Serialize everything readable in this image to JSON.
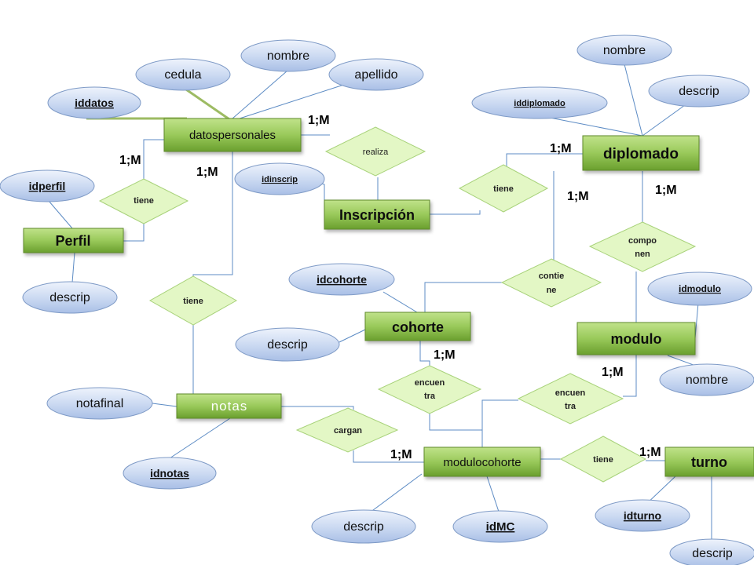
{
  "entities": {
    "datospersonales": "datospersonales",
    "diplomado": "diplomado",
    "inscripcion": "Inscripción",
    "perfil": "Perfil",
    "cohorte": "cohorte",
    "modulo": "modulo",
    "notas": "notas",
    "modulocohorte": "modulocohorte",
    "turno": "turno"
  },
  "attributes": {
    "iddatos": "iddatos",
    "cedula": "cedula",
    "nombre_datos": "nombre",
    "apellido": "apellido",
    "idperfil": "idperfil",
    "descrip_perfil": "descrip",
    "idinscrip": "idinscrip",
    "nombre_diplomado": "nombre",
    "iddiplomado": "iddiplomado",
    "descrip_diplomado": "descrip",
    "idcohorte": "idcohorte",
    "descrip_cohorte": "descrip",
    "idmodulo": "idmodulo",
    "nombre_modulo": "nombre",
    "notafinal": "notafinal",
    "idnotas": "idnotas",
    "descrip_modulocohorte": "descrip",
    "idMC": "idMC",
    "idturno": "idturno",
    "descrip_turno": "descrip"
  },
  "relationships": {
    "realiza": "realiza",
    "tiene_perfil": "tiene",
    "tiene_inscripcion": "tiene",
    "tiene_notas": "tiene",
    "compo": "compo",
    "nen": "nen",
    "contie": "contie",
    "ne": "ne",
    "encuen_left": "encuen",
    "tra_left": "tra",
    "encuen_right": "encuen",
    "tra_right": "tra",
    "cargan": "cargan",
    "tiene_turno": "tiene"
  },
  "cardinalities": {
    "c1": "1;M",
    "c2": "1;M",
    "c3": "1;M",
    "c4": "1;M",
    "c5": "1;M",
    "c6": "1;M",
    "c7": "1;M",
    "c8": "1;M",
    "c9": "1;M",
    "c10": "1;M"
  },
  "colors": {
    "entity_top": "#b5dc7c",
    "entity_bottom": "#6fa331",
    "attribute_top": "#eaf0fb",
    "attribute_bottom": "#b4c8ea",
    "relationship_fill": "#e3f7c5",
    "line": "#5c8bc4",
    "highlight_line": "#9dbb63"
  }
}
